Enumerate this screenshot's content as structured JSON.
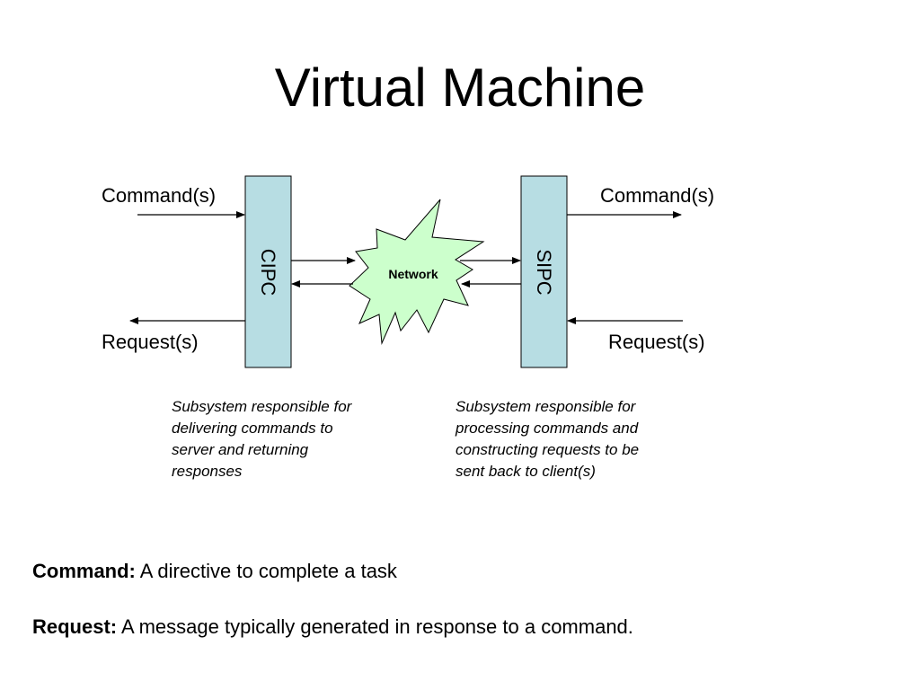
{
  "title": "Virtual Machine",
  "colors": {
    "box_fill": "#b7dde3",
    "network_fill": "#ccffcc",
    "stroke": "#000000"
  },
  "client": {
    "box_label": "CIPC",
    "command_label": "Command(s)",
    "request_label": "Request(s)",
    "description": "Subsystem responsible for delivering commands to server and returning responses"
  },
  "network": {
    "label": "Network"
  },
  "server": {
    "box_label": "SIPC",
    "command_label": "Command(s)",
    "request_label": "Request(s)",
    "description": "Subsystem responsible for processing commands and constructing requests to be sent back to client(s)"
  },
  "definitions": {
    "command_term": "Command:",
    "command_text": " A directive to complete a task",
    "request_term": "Request:",
    "request_text": " A message typically generated in response to a command."
  }
}
